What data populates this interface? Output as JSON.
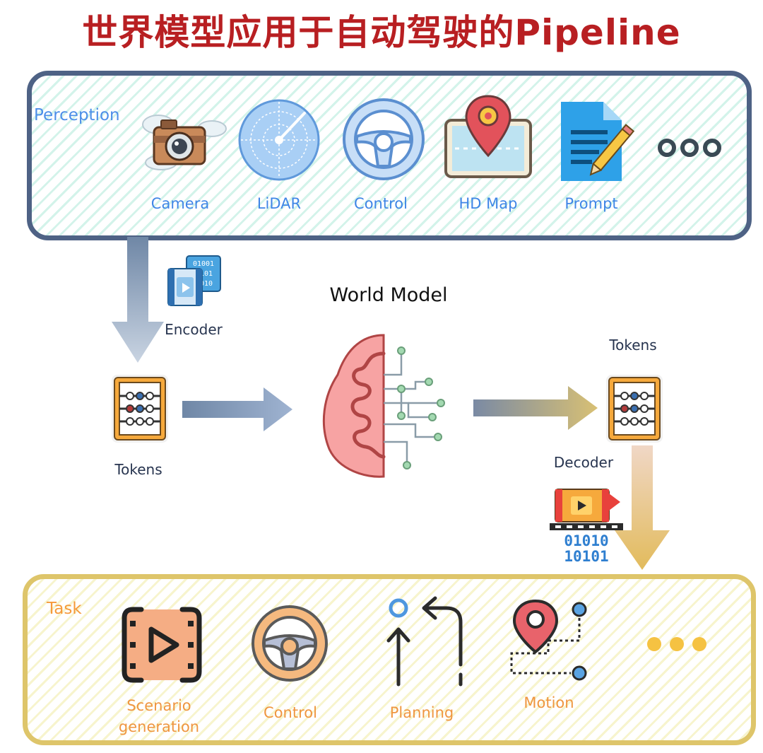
{
  "title": "世界模型应用于自动驾驶的Pipeline",
  "perception": {
    "label": "Perception",
    "items": [
      {
        "label": "Camera",
        "icon": "camera-icon"
      },
      {
        "label": "LiDAR",
        "icon": "radar-icon"
      },
      {
        "label": "Control",
        "icon": "steering-wheel-icon"
      },
      {
        "label": "HD Map",
        "icon": "map-pin-icon"
      },
      {
        "label": "Prompt",
        "icon": "document-pencil-icon"
      }
    ],
    "more_icon": "ellipsis-icon"
  },
  "flow": {
    "encoder_label": "Encoder",
    "tokens_in_label": "Tokens",
    "world_model_label": "World Model",
    "tokens_out_label": "Tokens",
    "decoder_label": "Decoder",
    "binary_row_1": "01010",
    "binary_row_2": "10101",
    "encoder_badge_rows": [
      "01001",
      "101",
      "010"
    ]
  },
  "task": {
    "label": "Task",
    "items": [
      {
        "label": "Scenario generation",
        "icon": "video-frame-icon"
      },
      {
        "label": "Control",
        "icon": "steering-wheel-icon"
      },
      {
        "label": "Planning",
        "icon": "route-arrows-icon"
      },
      {
        "label": "Motion",
        "icon": "motion-path-icon"
      }
    ],
    "more_icon": "ellipsis-icon"
  },
  "colors": {
    "title": "#b81f22",
    "perception_border": "#4e6285",
    "task_border": "#dec56a",
    "perception_text": "#3f86e6",
    "task_text": "#ef9640"
  }
}
